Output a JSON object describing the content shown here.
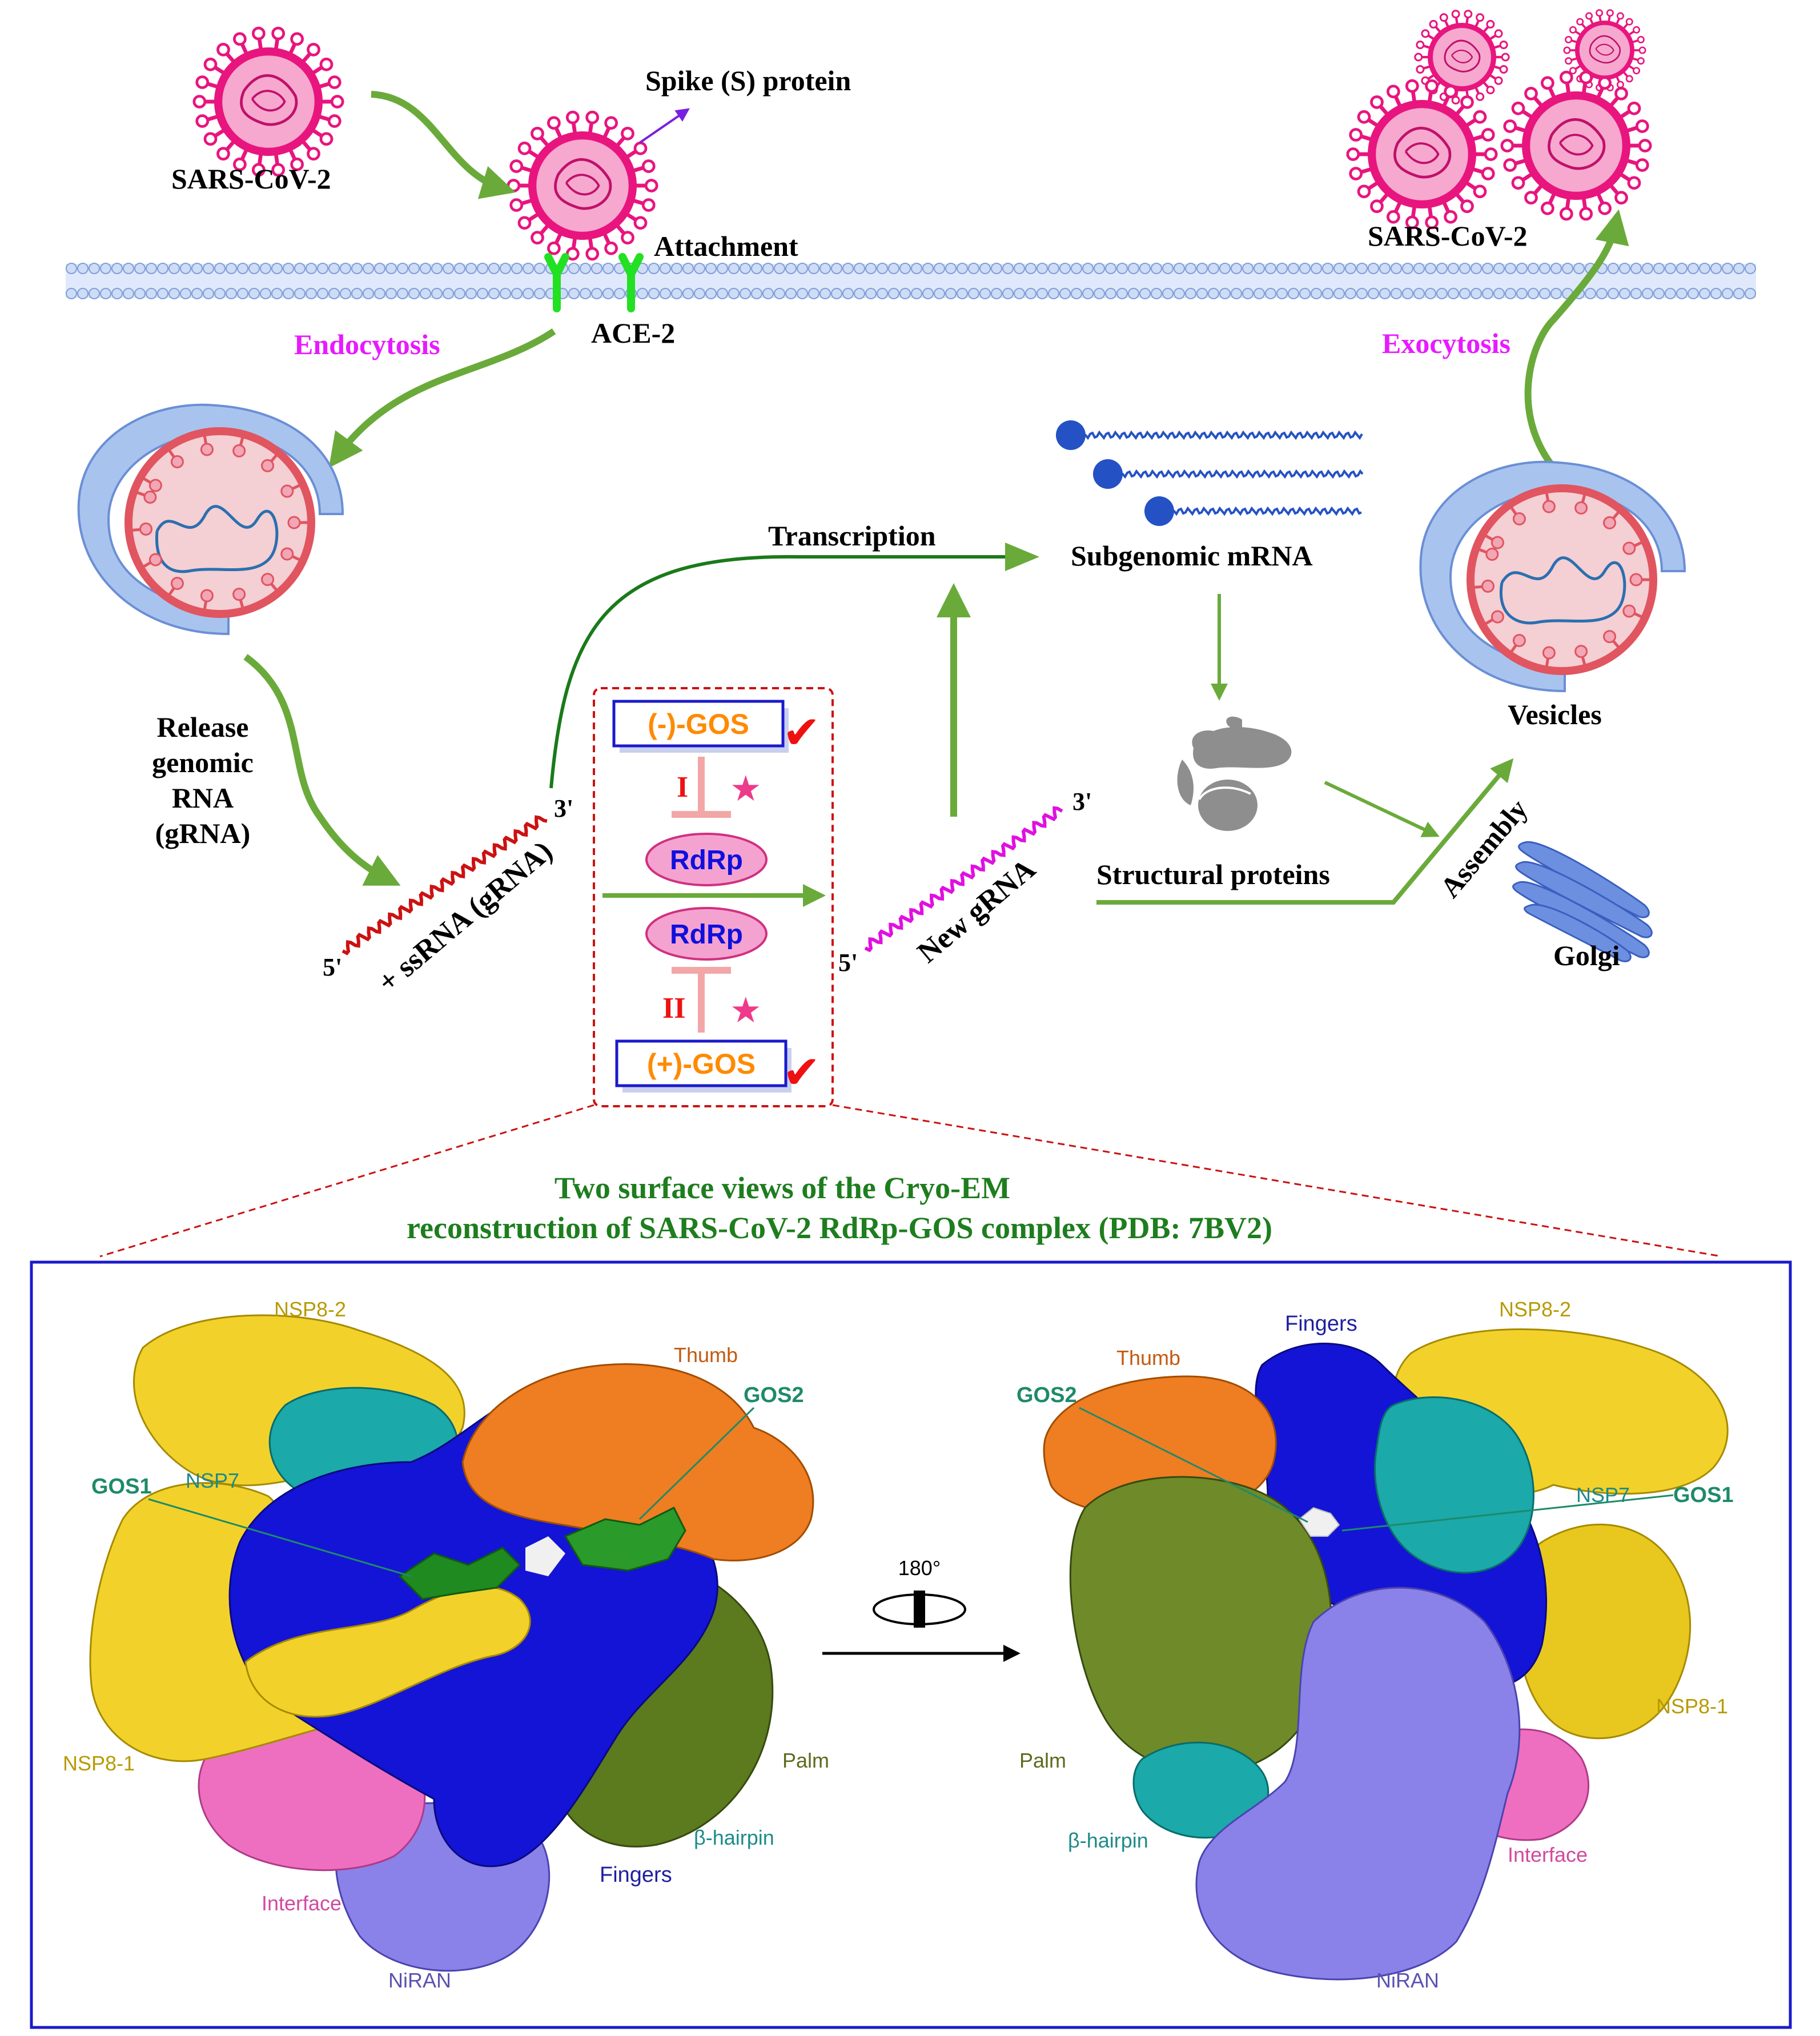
{
  "colors": {
    "virus": "#e8157e",
    "virus_fill": "#f7a8cf",
    "magenta_label": "#e81aff",
    "arrow_green": "#6aaa3a",
    "dark_green_line": "#1a7a1a",
    "title_green": "#1e7d1e",
    "rna_red": "#cc1111",
    "rna_magenta": "#e010e0",
    "membrane": "#a8c4ee",
    "gos_orange": "#ff8a00",
    "box_blue": "#1a1acc",
    "rdrp_text": "#1010dd",
    "rdrp_fill": "#f4a3d0",
    "roman_red": "#ee1111",
    "inhibit_pink": "#f2a6a6",
    "golgi": "#5a7fd6",
    "mrna_blue": "#2451c4"
  },
  "top": {
    "virus_left_label": "SARS-CoV-2",
    "spike_label": "Spike (S) protein",
    "attachment_label": "Attachment",
    "ace2_label": "ACE-2",
    "endocytosis_label": "Endocytosis",
    "exocytosis_label": "Exocytosis",
    "virus_right_label": "SARS-CoV-2"
  },
  "middle": {
    "release_label": [
      "Release",
      "genomic",
      "RNA",
      "(gRNA)"
    ],
    "ssrna_label": "+ ssRNA (gRNA)",
    "five_prime": "5'",
    "three_prime": "3'",
    "transcription_label": "Transcription",
    "subgenomic_label": "Subgenomic mRNA",
    "structural_label": "Structural proteins",
    "assembly_label": "Assembly",
    "golgi_label": "Golgi",
    "vesicles_label": "Vesicles",
    "new_grna_label": "New gRNA"
  },
  "box": {
    "gos_minus": "(-)-GOS",
    "gos_plus": "(+)-GOS",
    "rdrp_label": "RdRp",
    "roman_one": "I",
    "roman_two": "II",
    "star": "★",
    "check": "✔"
  },
  "bottom": {
    "title_line1": "Two surface views of the Cryo-EM",
    "title_line2": "reconstruction of SARS-CoV-2 RdRp-GOS complex (PDB: 7BV2)",
    "rotation_label": "180°",
    "left": {
      "nsp8_2": "NSP8-2",
      "thumb": "Thumb",
      "gos2": "GOS2",
      "gos1": "GOS1",
      "nsp7": "NSP7",
      "nsp8_1": "NSP8-1",
      "palm": "Palm",
      "hairpin": "β-hairpin",
      "fingers": "Fingers",
      "interface": "Interface",
      "niran": "NiRAN"
    },
    "right": {
      "fingers": "Fingers",
      "nsp8_2": "NSP8-2",
      "thumb": "Thumb",
      "gos2": "GOS2",
      "nsp7": "NSP7",
      "gos1": "GOS1",
      "nsp8_1": "NSP8-1",
      "palm": "Palm",
      "hairpin": "β-hairpin",
      "interface": "Interface",
      "niran": "NiRAN"
    }
  }
}
